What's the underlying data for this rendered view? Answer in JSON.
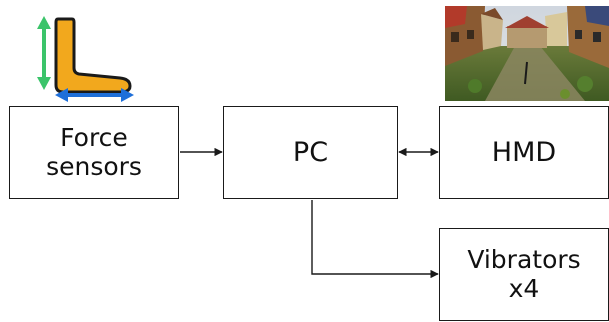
{
  "blocks": {
    "force_sensors": "Force\nsensors",
    "pc": "PC",
    "hmd": "HMD",
    "vibrators": "Vibrators\nx4"
  },
  "colors": {
    "foot_fill": "#F2A81D",
    "foot_stroke": "#1a1a1a",
    "vertical_arrow": "#3BC46A",
    "horizontal_arrow": "#1E6FD9",
    "connector": "#1a1a1a"
  },
  "icons": {
    "foot_sensor": "foot-force-sensor-icon",
    "vr_view": "hmd-vr-screenshot-image"
  }
}
